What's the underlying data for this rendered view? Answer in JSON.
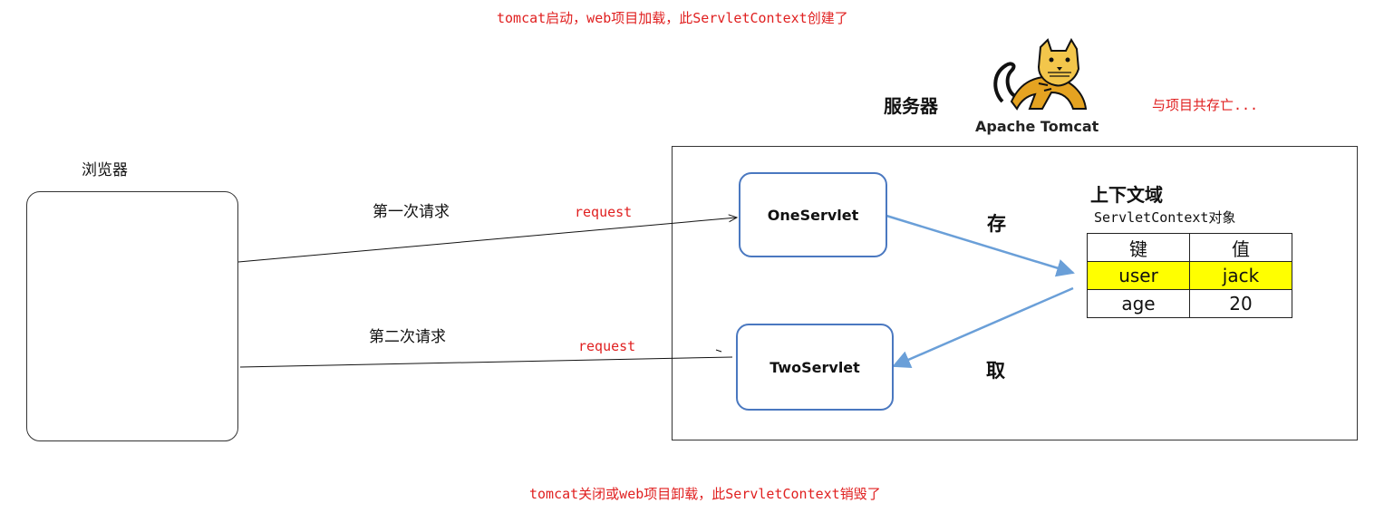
{
  "top_note": "tomcat启动，web项目加载，此ServletContext创建了",
  "bottom_note": "tomcat关闭或web项目卸载，此ServletContext销毁了",
  "server_label": "服务器",
  "tomcat_label": "Apache Tomcat",
  "coexist_note": "与项目共存亡...",
  "browser_label": "浏览器",
  "request1": {
    "title": "第一次请求",
    "label": "request"
  },
  "request2": {
    "title": "第二次请求",
    "label": "request"
  },
  "servlets": {
    "one": "OneServlet",
    "two": "TwoServlet"
  },
  "store_label": "存",
  "fetch_label": "取",
  "domain_title": "上下文域",
  "domain_subtitle": "ServletContext对象",
  "table": {
    "header": [
      "键",
      "值"
    ],
    "rows": [
      {
        "key": "user",
        "value": "jack",
        "highlight": true
      },
      {
        "key": "age",
        "value": "20",
        "highlight": false
      }
    ]
  },
  "colors": {
    "red_text": "#e02020",
    "servlet_border": "#4a78c0",
    "arrow_blue": "#6a9fd8",
    "highlight": "#ffff00"
  }
}
